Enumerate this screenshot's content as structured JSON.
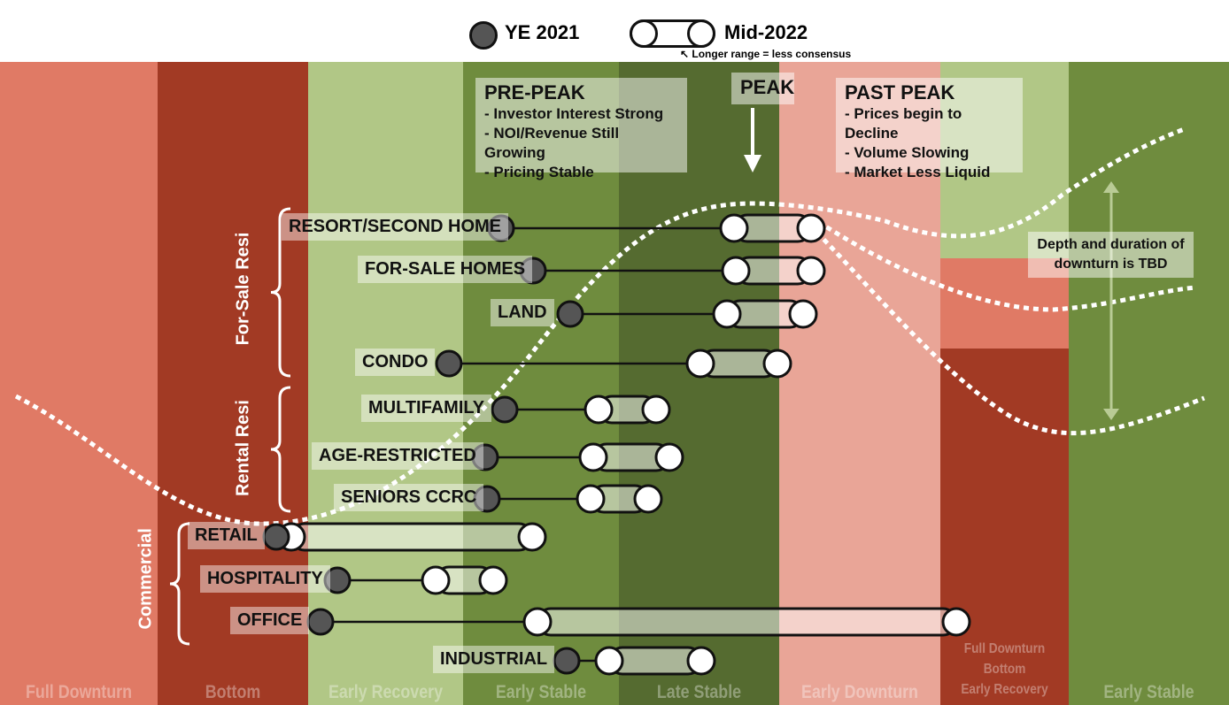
{
  "legend": {
    "ye_label": "YE 2021",
    "mid_label": "Mid-2022",
    "note": "Longer range = less consensus"
  },
  "phases": [
    "Full Downturn",
    "Bottom",
    "Early Recovery",
    "Early Stable",
    "Late Stable",
    "Early Downturn",
    "Full Downturn\nBottom\nEarly Recovery",
    "Early Stable"
  ],
  "phase_split": [
    "Full Downturn",
    "Bottom",
    "Early Recovery"
  ],
  "callouts": {
    "pre_peak": {
      "title": "PRE-PEAK",
      "lines": [
        "- Investor Interest Strong",
        "- NOI/Revenue Still Growing",
        "- Pricing Stable"
      ]
    },
    "peak": "PEAK",
    "past_peak": {
      "title": "PAST PEAK",
      "lines": [
        "- Prices begin to Decline",
        "- Volume Slowing",
        "- Market Less Liquid"
      ]
    },
    "depth": "Depth and duration of downturn is TBD"
  },
  "groups": [
    "For-Sale Resi",
    "Rental Resi",
    "Commercial"
  ],
  "sectors": [
    "RESORT/SECOND HOME",
    "FOR-SALE HOMES",
    "LAND",
    "CONDO",
    "MULTIFAMILY",
    "AGE-RESTRICTED",
    "SENIORS CCRC",
    "RETAIL",
    "HOSPITALITY",
    "OFFICE",
    "INDUSTRIAL"
  ],
  "colors": {
    "full_downturn": "#e07a65",
    "bottom": "#a23a24",
    "early_recovery": "#b1c786",
    "early_stable": "#6f8c3e",
    "late_stable": "#556b30",
    "early_downturn": "#e9a597"
  }
}
